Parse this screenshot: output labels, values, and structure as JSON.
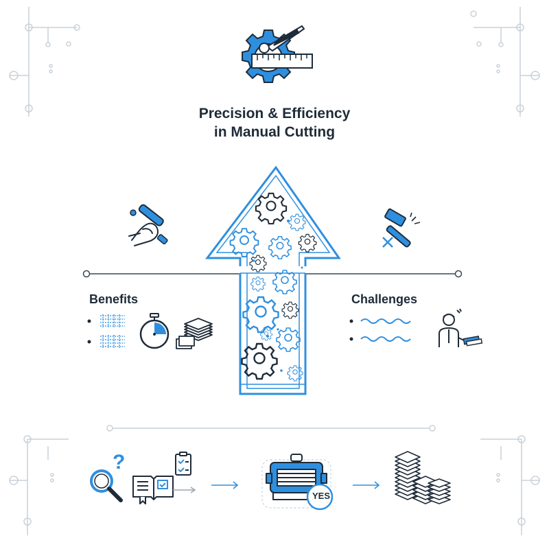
{
  "title": {
    "line1": "Precision & Efficiency",
    "line2": "in Manual Cutting"
  },
  "benefits": {
    "label": "Benefits",
    "icons": [
      "grid-pattern-icon",
      "grid-pattern-icon",
      "stopwatch-icon",
      "paper-stack-icon"
    ]
  },
  "challenges": {
    "label": "Challenges",
    "icons": [
      "wavy-line-icon",
      "wavy-line-icon",
      "worker-icon"
    ]
  },
  "process": {
    "steps": [
      "magnifier-question-icon",
      "manual-checklist-icon",
      "cutting-machine-icon",
      "stacked-output-icon"
    ],
    "machine_badge": "YES"
  },
  "colors": {
    "accent": "#2f8fdf",
    "dark": "#1e2b38",
    "line": "#3a4654",
    "faint": "#c9d1d9"
  }
}
